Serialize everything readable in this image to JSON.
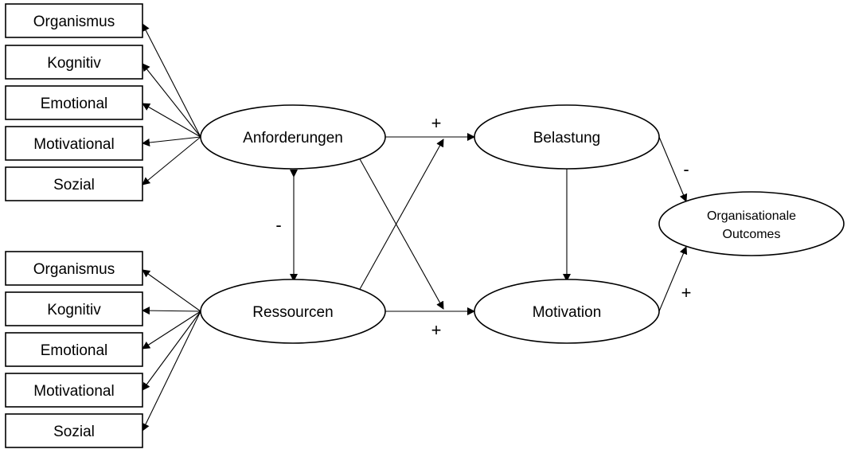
{
  "demand_factors": [
    "Organismus",
    "Kognitiv",
    "Emotional",
    "Motivational",
    "Sozial"
  ],
  "resource_factors": [
    "Organismus",
    "Kognitiv",
    "Emotional",
    "Motivational",
    "Sozial"
  ],
  "constructs": {
    "demands": "Anforderungen",
    "resources": "Ressourcen",
    "strain": "Belastung",
    "motivation": "Motivation",
    "outcomes_line1": "Organisationale",
    "outcomes_line2": "Outcomes"
  },
  "signs": {
    "demands_resources": "-",
    "demands_strain": "+",
    "resources_motivation": "+",
    "strain_outcomes": "-",
    "motivation_outcomes": "+"
  }
}
